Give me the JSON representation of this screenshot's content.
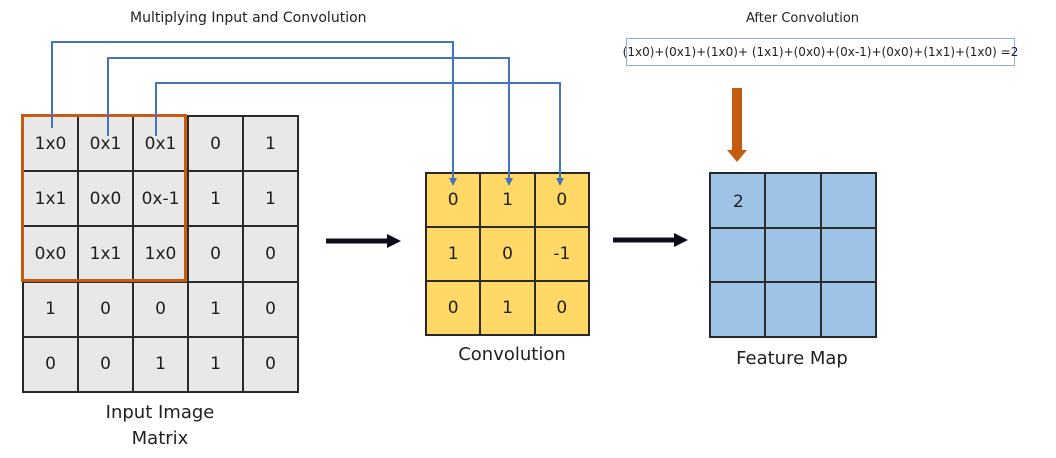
{
  "labels": {
    "top_title": "Multiplying Input and Convolution",
    "after_title": "After Convolution",
    "formula": "(1x0)+(0x1)+(1x0)+ (1x1)+(0x0)+(0x-1)+(0x0)+(1x1)+(1x0) =2",
    "input_caption_line1": "Input Image",
    "input_caption_line2": "Matrix",
    "conv_caption": "Convolution",
    "fmap_caption": "Feature Map"
  },
  "input_matrix": [
    [
      "1x0",
      "0x1",
      "0x1",
      "0",
      "1"
    ],
    [
      "1x1",
      "0x0",
      "0x-1",
      "1",
      "1"
    ],
    [
      "0x0",
      "1x1",
      "1x0",
      "0",
      "0"
    ],
    [
      "1",
      "0",
      "0",
      "1",
      "0"
    ],
    [
      "0",
      "0",
      "1",
      "1",
      "0"
    ]
  ],
  "conv_kernel": [
    [
      "0",
      "1",
      "0"
    ],
    [
      "1",
      "0",
      "-1"
    ],
    [
      "0",
      "1",
      "0"
    ]
  ],
  "feature_map": [
    [
      "2",
      "",
      ""
    ],
    [
      "",
      "",
      ""
    ],
    [
      "",
      "",
      ""
    ]
  ],
  "colors": {
    "input_fill": "#e8e8e8",
    "kernel_fill": "#ffd866",
    "feature_fill": "#9dc3e6",
    "highlight": "#c55a11",
    "connector": "#4472c4",
    "down_arrow": "#c55a11",
    "flow_arrow": "#0d0d1a"
  }
}
